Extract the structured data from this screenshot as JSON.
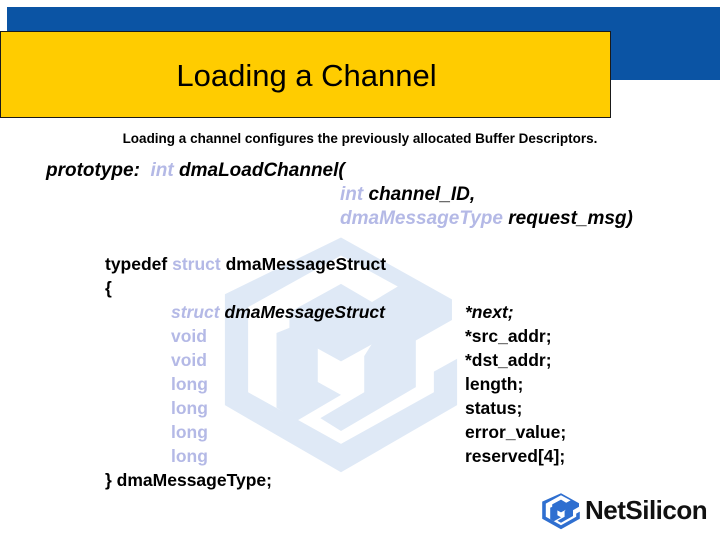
{
  "slide": {
    "title": "Loading a Channel",
    "subtitle": "Loading a channel configures the previously allocated Buffer Descriptors.",
    "colors": {
      "band_blue": "#0b54a4",
      "title_yellow": "#ffcc00",
      "keyword_blue": "#b4b9e6",
      "watermark_blue": "#dfe9f6",
      "logo_blue": "#2f6fd0",
      "text_black": "#000000"
    }
  },
  "prototype": {
    "label": "prototype:",
    "return_type": "int",
    "function_name": "dmaLoadChannel(",
    "params": [
      {
        "type": "int",
        "name": "channel_ID,"
      },
      {
        "type": "dmaMessageType",
        "name": "request_msg)"
      }
    ]
  },
  "typedef_block": {
    "header_keyword": "typedef",
    "header_struct_kw": "struct",
    "header_name": "dmaMessageStruct",
    "open_brace": "{",
    "members": [
      {
        "type": "struct",
        "type2": "dmaMessageStruct",
        "name": "*next;"
      },
      {
        "type": "void",
        "type2": "",
        "name": "*src_addr;"
      },
      {
        "type": "void",
        "type2": "",
        "name": "*dst_addr;"
      },
      {
        "type": "long",
        "type2": "",
        "name": "length;"
      },
      {
        "type": "long",
        "type2": "",
        "name": "status;"
      },
      {
        "type": "long",
        "type2": "",
        "name": "error_value;"
      },
      {
        "type": "long",
        "type2": "",
        "name": "reserved[4];"
      }
    ],
    "close_line": "} dmaMessageType;"
  },
  "logo": {
    "text": "NetSilicon",
    "mark": "netsilicon-arrow-mark"
  }
}
